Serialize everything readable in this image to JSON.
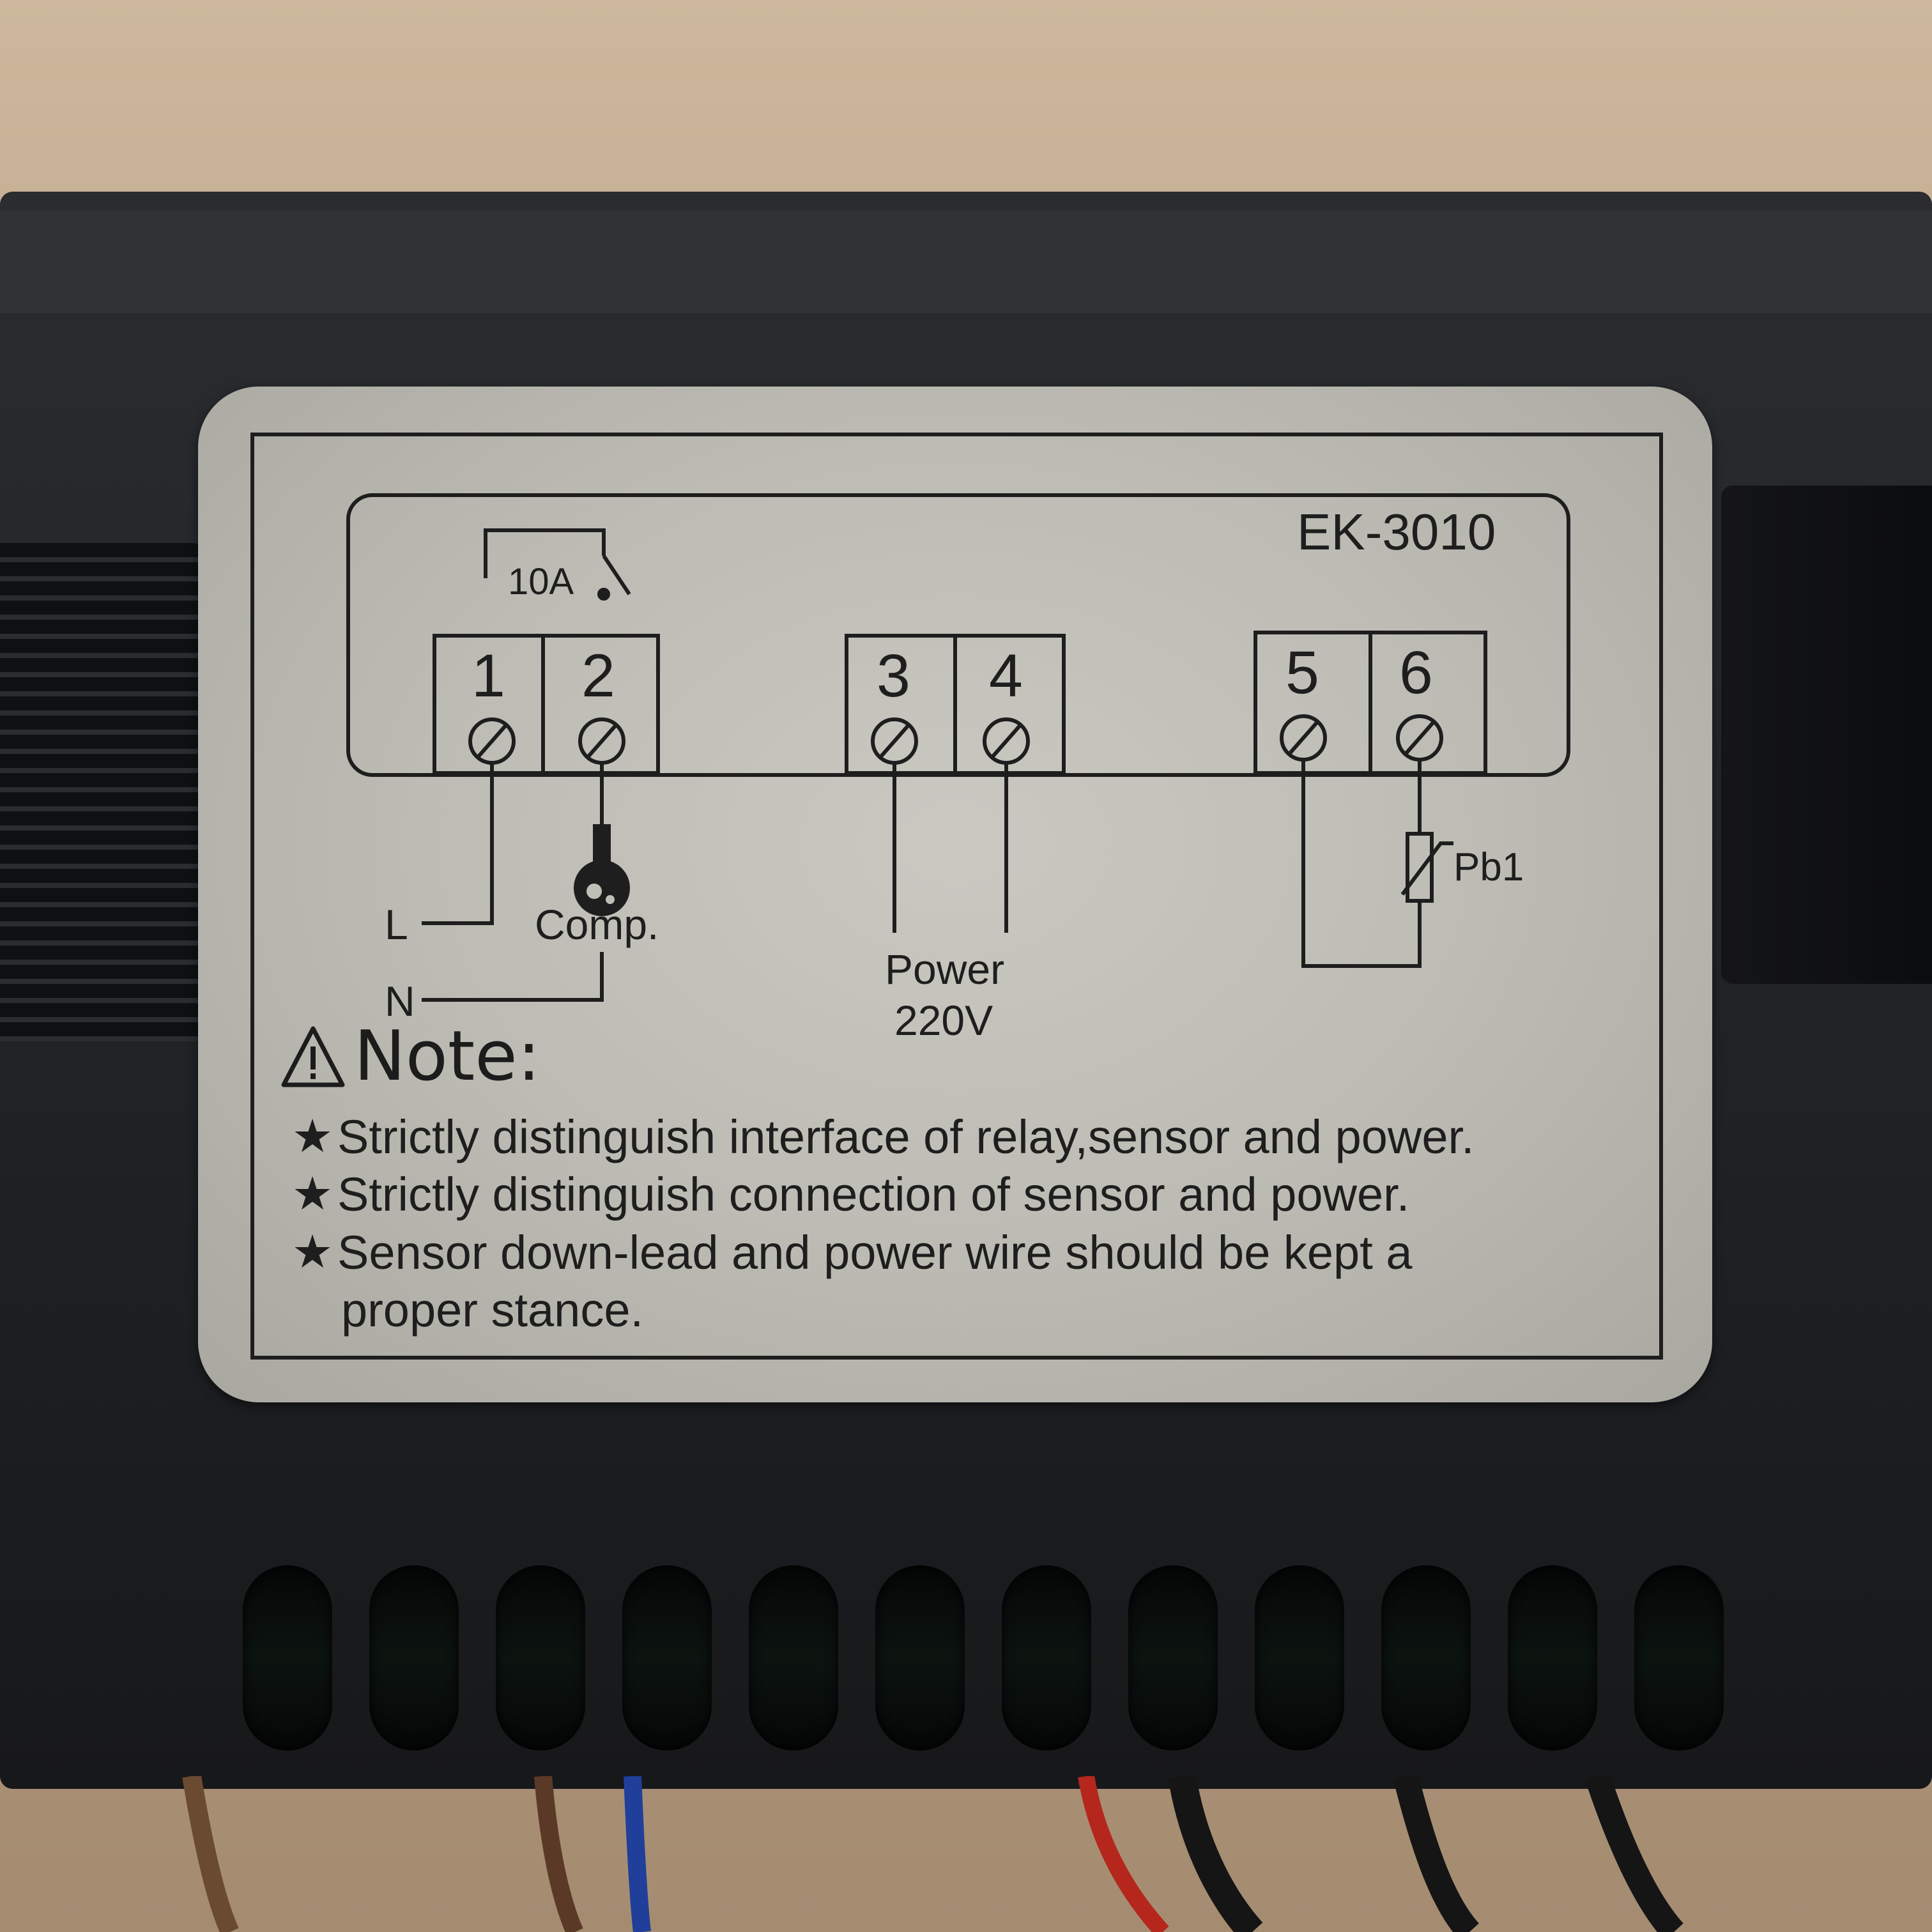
{
  "model": "EK-3010",
  "relay_rating": "10A",
  "terminals": [
    "1",
    "2",
    "3",
    "4",
    "5",
    "6"
  ],
  "labels": {
    "line": "L",
    "neutral": "N",
    "compressor": "Comp.",
    "power_line1": "Power",
    "power_line2": "220V",
    "sensor": "Pb1"
  },
  "note": {
    "title": "Note:",
    "lines": [
      "Strictly distinguish interface of relay,sensor and power.",
      "Strictly distinguish connection of sensor and power.",
      "Sensor down-lead and power wire should be kept a"
    ],
    "continuation": "proper    stance."
  },
  "icons": {
    "warning": "warning-triangle-icon",
    "bullet": "star-icon",
    "screw": "screw-terminal-icon",
    "compressor": "compressor-icon",
    "thermistor": "thermistor-icon"
  },
  "colors": {
    "plate": "#c0bfb7",
    "housing": "#222427",
    "ink": "#1e1e1e",
    "background": "#bca489"
  }
}
